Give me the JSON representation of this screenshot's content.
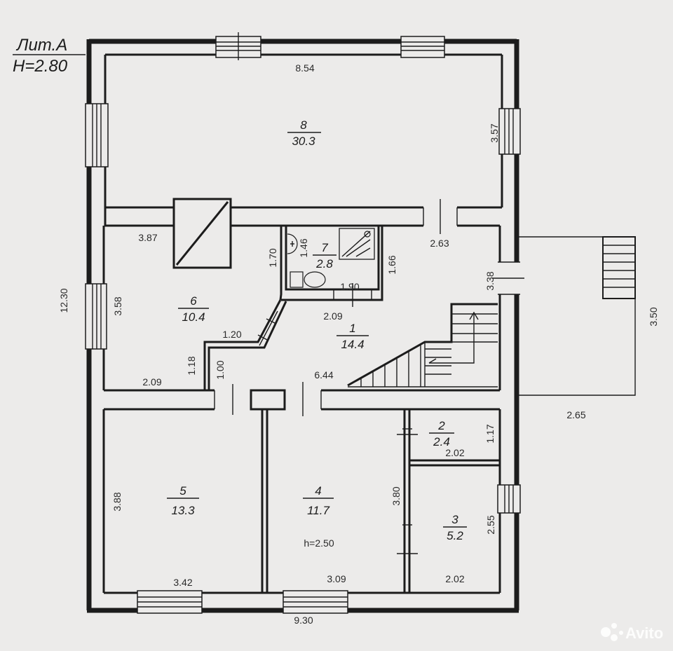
{
  "header": {
    "letter": "Лит.А",
    "height": "H=2.80"
  },
  "rooms": [
    {
      "id": "r8",
      "number": "8",
      "area": "30.3"
    },
    {
      "id": "r7",
      "number": "7",
      "area": "2.8"
    },
    {
      "id": "r6",
      "number": "6",
      "area": "10.4"
    },
    {
      "id": "r1",
      "number": "1",
      "area": "14.4"
    },
    {
      "id": "r5",
      "number": "5",
      "area": "13.3"
    },
    {
      "id": "r4",
      "number": "4",
      "area": "11.7"
    },
    {
      "id": "r2",
      "number": "2",
      "area": "2.4"
    },
    {
      "id": "r3",
      "number": "3",
      "area": "5.2"
    }
  ],
  "dimensions": {
    "d854": "8.54",
    "d357": "3.57",
    "d387": "3.87",
    "d170": "1.70",
    "d146": "1.46",
    "d166": "1.66",
    "d190": "1.90",
    "d263": "2.63",
    "d338": "3.38",
    "d1230": "12.30",
    "d358": "3.58",
    "d209a": "2.09",
    "d120": "1.20",
    "d118": "1.18",
    "d100": "1.00",
    "d209b": "2.09",
    "d644": "6.44",
    "d350": "3.50",
    "d265": "2.65",
    "d388": "3.88",
    "d380": "3.80",
    "d117": "1.17",
    "d202a": "2.02",
    "d255": "2.55",
    "d342": "3.42",
    "d309": "3.09",
    "d202b": "2.02",
    "d930": "9.30",
    "h250": "h=2.50"
  },
  "watermark": "Avito"
}
